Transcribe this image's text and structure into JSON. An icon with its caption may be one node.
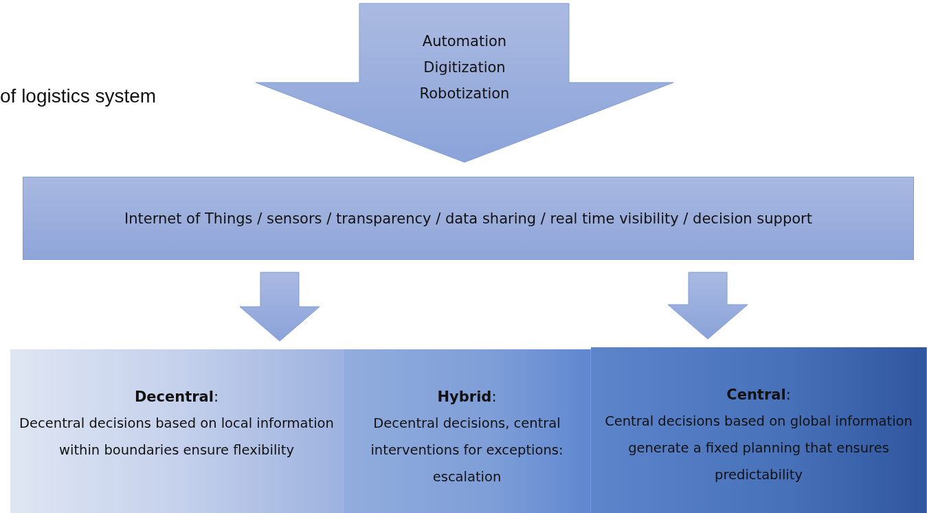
{
  "diagram": {
    "nodes": [
      {
        "text": [
          "Automation",
          "Digitization",
          "Robotization"
        ]
      },
      {
        "text": [
          "Internet of Things / sensors / transparency / data sharing / real time visibility / decision support"
        ]
      },
      {
        "text": [
          "**Decentral**:",
          "Decentral decisions based on local information within boundaries ensure flexibility"
        ]
      },
      {
        "text": [
          "**Hybrid**:",
          "Decentral decisions, central interventions for exceptions: escalation"
        ]
      },
      {
        "text": [
          "**Central**:",
          "Central decisions based on global information generate a fixed planning that ensures predictability"
        ]
      }
    ],
    "edges": [
      {
        "from": 1,
        "to": 2,
        "arrow": "to"
      },
      {
        "from": 1,
        "to": 4,
        "arrow": "to"
      }
    ],
    "labels": [
      "of logistics system"
    ]
  }
}
